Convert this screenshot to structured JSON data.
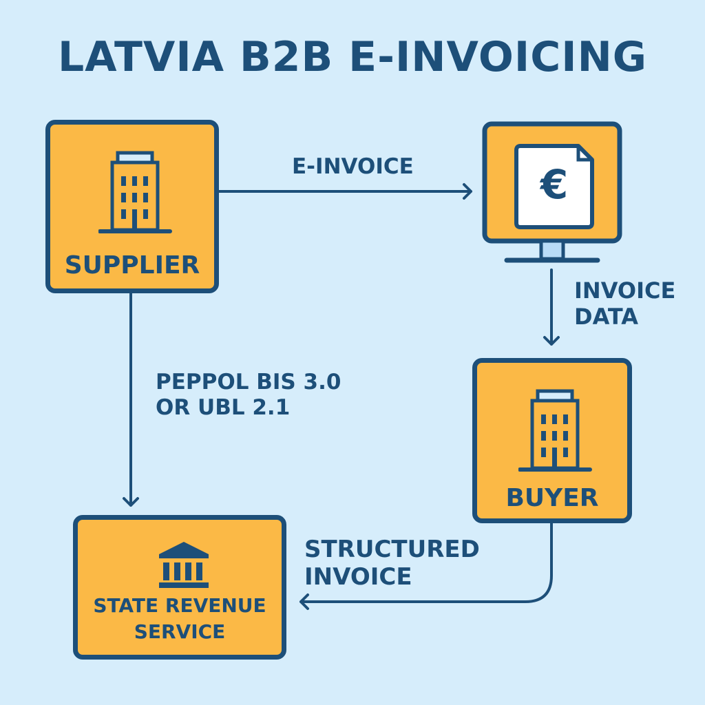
{
  "title": "LATVIA B2B E-INVOICING",
  "colors": {
    "background": "#d6edfb",
    "box_fill": "#fbb946",
    "stroke": "#1d4f79",
    "document": "#ffffff",
    "monitor_stand": "#b9dcf7"
  },
  "nodes": {
    "supplier": {
      "label": "SUPPLIER",
      "icon": "office-building-icon"
    },
    "buyer_system": {
      "icon": "monitor-euro-invoice-icon"
    },
    "buyer": {
      "label": "BUYER",
      "icon": "office-building-icon"
    },
    "srs": {
      "label_line1": "STATE REVENUE",
      "label_line2": "SERVICE",
      "icon": "government-building-icon"
    }
  },
  "edges": {
    "supplier_to_buyer_system": {
      "label": "E-INVOICE"
    },
    "buyer_system_to_buyer": {
      "label_line1": "INVOICE",
      "label_line2": "DATA"
    },
    "supplier_to_srs": {
      "label_line1": "PEPPOL BIS 3.0",
      "label_line2": "OR UBL 2.1"
    },
    "buyer_to_srs": {
      "label_line1": "STRUCTURED",
      "label_line2": "INVOICE"
    }
  },
  "icons": {
    "euro_symbol": "€"
  }
}
